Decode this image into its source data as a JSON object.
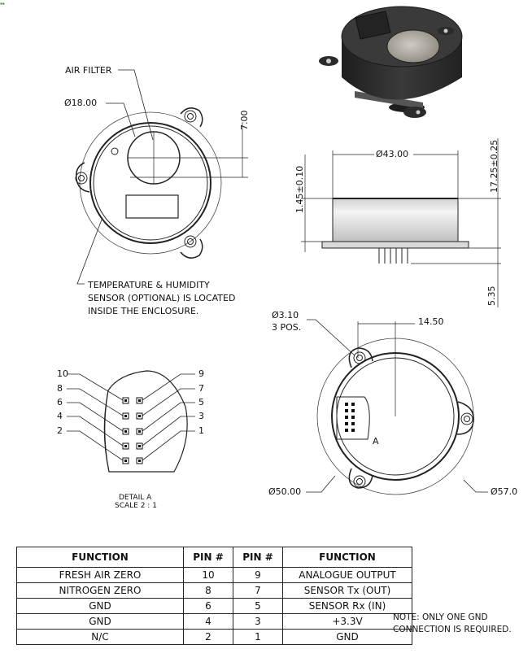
{
  "labels": {
    "air_filter": "AIR FILTER",
    "dia_18": "Ø18.00",
    "dim_7": "7.00",
    "temp_note_1": "TEMPERATURE & HUMIDITY",
    "temp_note_2": "SENSOR (OPTIONAL) IS LOCATED",
    "temp_note_3": "INSIDE THE ENCLOSURE.",
    "dia_43": "Ø43.00",
    "dim_145": "1.45±0.10",
    "dim_1725": "17.25±0.25",
    "dim_535": "5.35",
    "dia_310": "Ø3.10",
    "pos_3": "3 POS.",
    "dim_1450": "14.50",
    "detail_marker": "A",
    "dia_50": "Ø50.00",
    "dia_57": "Ø57.0",
    "detail_title": "DETAIL A",
    "detail_scale": "SCALE 2 : 1"
  },
  "detail_pins": {
    "left": [
      "10",
      "8",
      "6",
      "4",
      "2"
    ],
    "right": [
      "9",
      "7",
      "5",
      "3",
      "1"
    ]
  },
  "pin_table": {
    "headers": [
      "FUNCTION",
      "PIN #",
      "PIN #",
      "FUNCTION"
    ],
    "rows": [
      [
        "FRESH AIR ZERO",
        "10",
        "9",
        "ANALOGUE OUTPUT"
      ],
      [
        "NITROGEN ZERO",
        "8",
        "7",
        "SENSOR Tx (OUT)"
      ],
      [
        "GND",
        "6",
        "5",
        "SENSOR Rx (IN)"
      ],
      [
        "GND",
        "4",
        "3",
        "+3.3V"
      ],
      [
        "N/C",
        "2",
        "1",
        "GND"
      ]
    ]
  },
  "note": {
    "line1": "NOTE: ONLY ONE GND",
    "line2": "CONNECTION IS REQUIRED."
  }
}
